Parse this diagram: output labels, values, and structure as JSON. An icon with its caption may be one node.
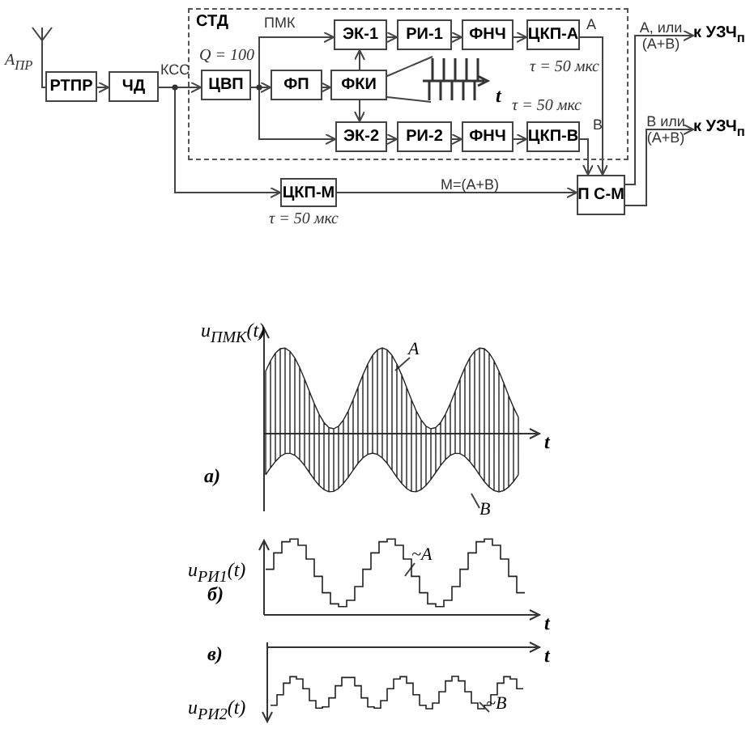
{
  "diagram": {
    "nodes": [
      {
        "text": [],
        "shape": "antenna",
        "beside": [
          "A$_{ПР}$"
        ]
      },
      {
        "text": [
          "РТПР"
        ]
      },
      {
        "text": [
          "ЧД"
        ]
      },
      {
        "text": [
          "СТД"
        ]
      },
      {
        "text": [
          "ЦВП"
        ],
        "in": 3,
        "beside": [
          "Q = 100"
        ]
      },
      {
        "text": [
          "ЭК-1"
        ],
        "in": 3
      },
      {
        "text": [
          "РИ-1"
        ],
        "in": 3
      },
      {
        "text": [
          "ФНЧ"
        ],
        "in": 3
      },
      {
        "text": [
          "ЦКП-А"
        ],
        "in": 3,
        "beside": [
          "τ = 50 мкс"
        ]
      },
      {
        "text": [
          "ФП"
        ],
        "in": 3
      },
      {
        "text": [
          "ФКИ"
        ],
        "in": 3
      },
      {
        "text": [],
        "shape": "picture",
        "in": 3
      },
      {
        "text": [
          "ЭК-2"
        ],
        "in": 3
      },
      {
        "text": [
          "РИ-2"
        ],
        "in": 3
      },
      {
        "text": [
          "ФНЧ"
        ],
        "in": 3
      },
      {
        "text": [
          "ЦКП-В"
        ],
        "in": 3,
        "beside": [
          "τ = 50 мкс"
        ]
      },
      {
        "text": [
          "ЦКП-М"
        ],
        "beside": [
          "τ = 50 мкс"
        ]
      },
      {
        "text": [
          "П С-М"
        ]
      },
      {
        "text": [
          "к УЗЧ$_{п}$"
        ]
      },
      {
        "text": [
          "к УЗЧ$_{п}$"
        ]
      },
      {
        "text": [
          "A"
        ]
      },
      {
        "text": [
          "B"
        ]
      },
      {
        "text": [
          "~A"
        ]
      },
      {
        "text": [
          "~B"
        ]
      }
    ],
    "edges": [
      {
        "from": 0,
        "to": 1,
        "arrow": "none"
      },
      {
        "from": 1,
        "to": 2,
        "arrow": "to"
      },
      {
        "from": 2,
        "to": 4,
        "arrow": "to",
        "label": "КСС"
      },
      {
        "from": 4,
        "to": 5,
        "arrow": "to",
        "label": "ПМК"
      },
      {
        "from": 4,
        "to": 9,
        "arrow": "to"
      },
      {
        "from": 4,
        "to": 12,
        "arrow": "to"
      },
      {
        "from": 5,
        "to": 6,
        "arrow": "to"
      },
      {
        "from": 6,
        "to": 7,
        "arrow": "to"
      },
      {
        "from": 7,
        "to": 8,
        "arrow": "to"
      },
      {
        "from": 8,
        "to": 17,
        "arrow": "to",
        "label": "A"
      },
      {
        "from": 9,
        "to": 10,
        "arrow": "to"
      },
      {
        "from": 10,
        "to": 5,
        "arrow": "to"
      },
      {
        "from": 10,
        "to": 12,
        "arrow": "to"
      },
      {
        "from": 11,
        "to": 10,
        "arrow": "none"
      },
      {
        "from": 11,
        "to": 10,
        "arrow": "none"
      },
      {
        "from": 12,
        "to": 13,
        "arrow": "to"
      },
      {
        "from": 13,
        "to": 14,
        "arrow": "to"
      },
      {
        "from": 14,
        "to": 15,
        "arrow": "to"
      },
      {
        "from": 15,
        "to": 17,
        "arrow": "to",
        "label": "B"
      },
      {
        "from": 2,
        "to": 16,
        "arrow": "to"
      },
      {
        "from": 16,
        "to": 17,
        "arrow": "to",
        "label": "M=(A+B)"
      },
      {
        "from": 17,
        "to": 18,
        "arrow": "to",
        "label": "A, или (A+B)"
      },
      {
        "from": 17,
        "to": 19,
        "arrow": "to",
        "label": "B или (A+B)"
      },
      {
        "from": 20,
        "to": null,
        "arrow": "none"
      },
      {
        "from": 21,
        "to": null,
        "arrow": "none"
      },
      {
        "from": 22,
        "to": null,
        "arrow": "none"
      },
      {
        "from": 23,
        "to": null,
        "arrow": "none"
      }
    ],
    "labels": [
      "t",
      "u$_{ПМК}$(t)",
      "а)",
      "t",
      "u$_{РИ1}$(t)",
      "б)",
      "t",
      "в)",
      "t",
      "u$_{РИ2}$(t)"
    ]
  }
}
